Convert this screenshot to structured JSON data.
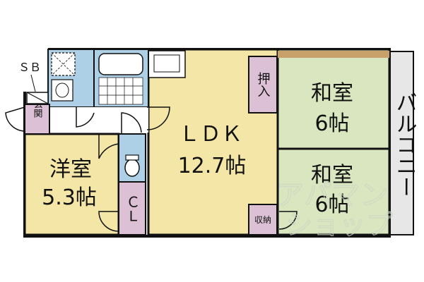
{
  "colors": {
    "ldk": "#f3e6a6",
    "washitsu": "#d9e6bf",
    "wet": "#aed0e6",
    "storage": "#dcc1d6",
    "wall": "#111111",
    "floor_white": "#ffffff",
    "tatami_band": "#c8a06a",
    "balcony": "#e7e7e7"
  },
  "labels": {
    "sb": "ＳＢ",
    "genkan": "玄関",
    "youshitsu_name": "洋室",
    "youshitsu_size": "5.3帖",
    "cl": "ＣＬ",
    "ldk_name": "ＬＤＫ",
    "ldk_size": "12.7帖",
    "oshiire": "押入",
    "shuno": "収納",
    "washitsu1_name": "和室",
    "washitsu1_size": "6帖",
    "washitsu2_name": "和室",
    "washitsu2_size": "6帖",
    "balcony": "バルコニー",
    "watermark_line1": "アパマン",
    "watermark_line2": "ショップ"
  }
}
